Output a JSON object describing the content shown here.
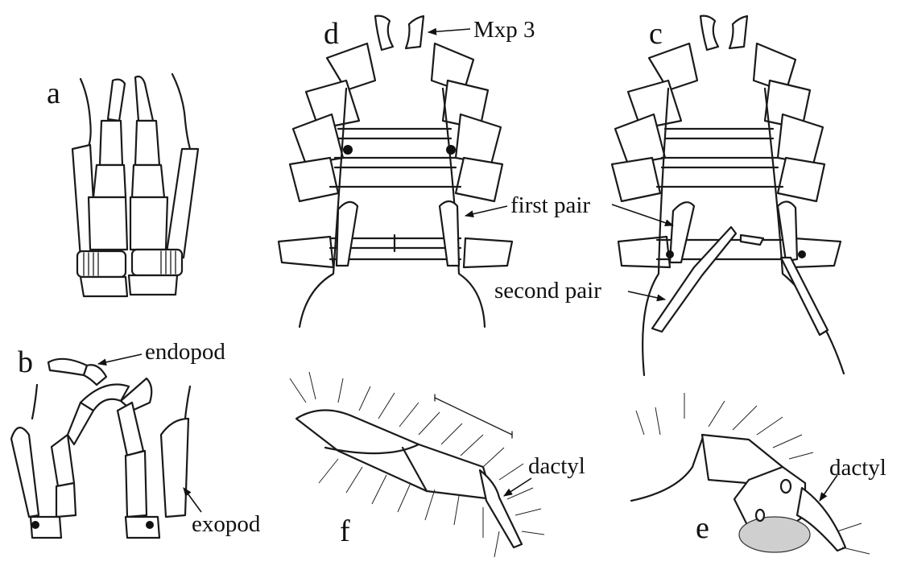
{
  "panels": {
    "a": "a",
    "b": "b",
    "c": "c",
    "d": "d",
    "e": "e",
    "f": "f"
  },
  "labels": {
    "mxp3": "Mxp 3",
    "first_pair": "first pair",
    "second_pair": "second pair",
    "endopod": "endopod",
    "exopod": "exopod",
    "dactyl_f": "dactyl",
    "dactyl_e": "dactyl"
  }
}
